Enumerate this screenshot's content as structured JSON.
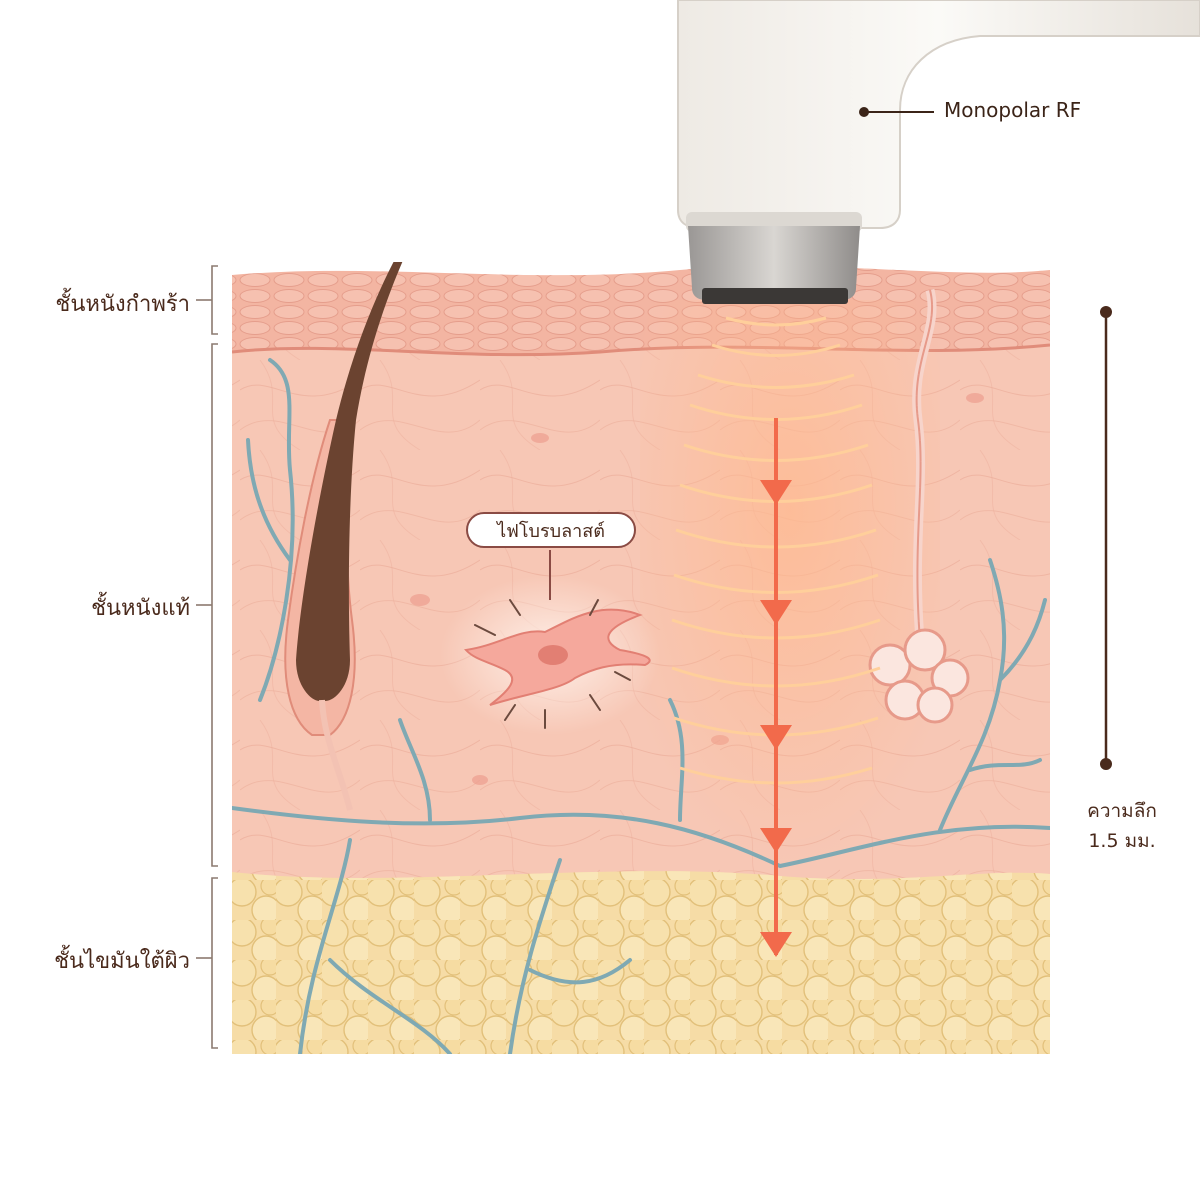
{
  "labels": {
    "epidermis": "ชั้นหนังกำพร้า",
    "dermis": "ชั้นหนังแท้",
    "subcutaneous": "ชั้นไขมันใต้ผิว",
    "device": "Monopolar RF",
    "fibroblast": "ไฟโบรบลาสต์",
    "depth_line1": "ความลึก",
    "depth_line2": "1.5 มม."
  },
  "colors": {
    "epidermis": "#f3b9a8",
    "dermis": "#f7c6b4",
    "fat": "#f6dea8",
    "vessel": "#7fa9b3",
    "hair": "#6b4330",
    "heat": "#ff8a5c",
    "arrow": "#f26a4b",
    "text": "#4a2a1c"
  },
  "icons": {
    "device": "rf-handpiece-icon",
    "fibroblast": "fibroblast-cell-icon",
    "hair": "hair-follicle-icon",
    "gland": "sweat-gland-icon"
  }
}
